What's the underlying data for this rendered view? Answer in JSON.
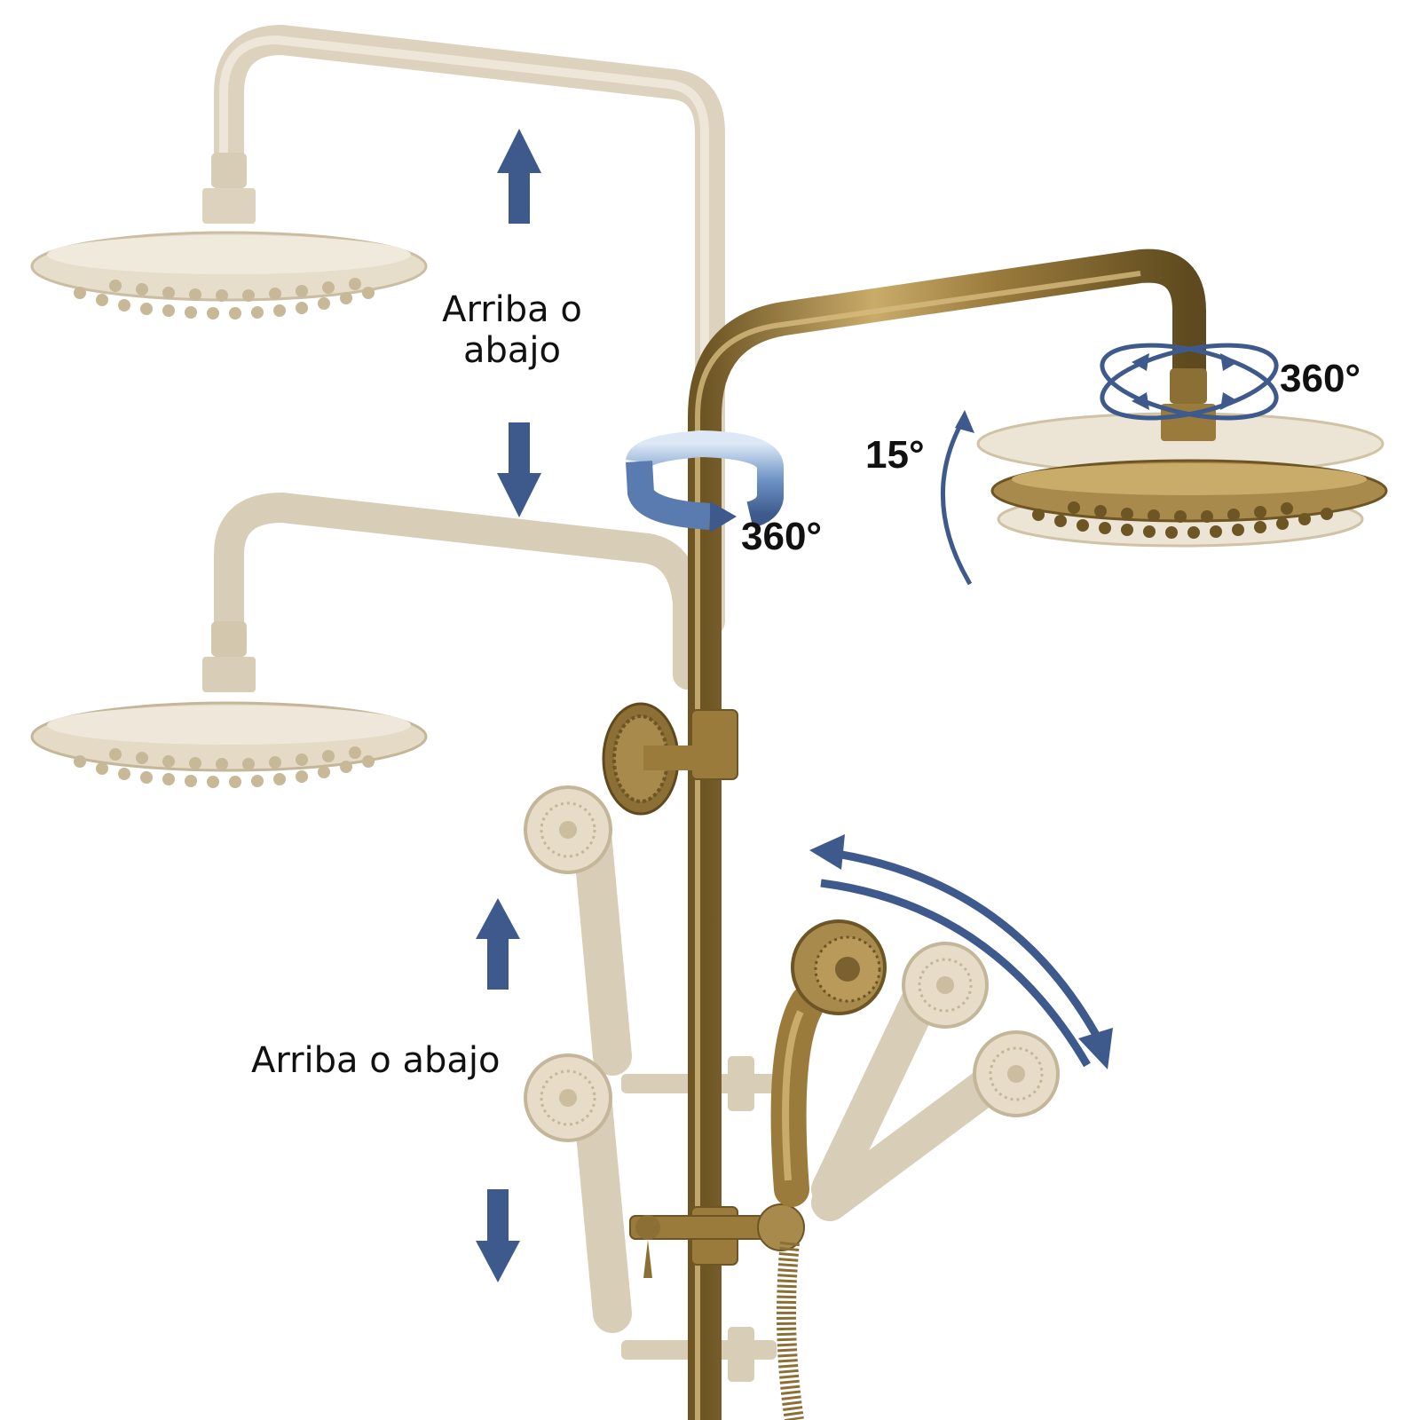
{
  "labels": {
    "slide_upper": "Arriba o abajo",
    "slide_lower": "Arriba o abajo",
    "rotate_arm": "360°",
    "tilt_head": "15°",
    "rotate_head": "360°"
  },
  "colors": {
    "brass": "#9a7b3c",
    "brass_dark": "#6d5524",
    "brass_light": "#c9ab6a",
    "ghost": "#d8cdb6",
    "ghost_dark": "#b9ab8d",
    "arrow": "#3e5a8c",
    "text": "#111111"
  },
  "icons": [
    "arrow-up-icon",
    "arrow-down-icon",
    "rotation-ring-icon",
    "orbit-arrows-icon",
    "curved-arc-arrow-icon"
  ]
}
